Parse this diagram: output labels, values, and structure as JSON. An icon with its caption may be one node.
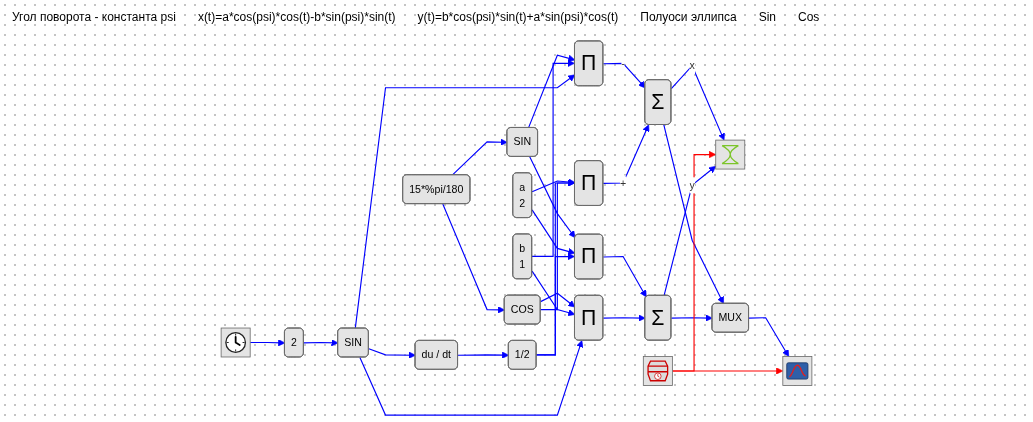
{
  "diagram": {
    "nodes": [
      {
        "text": [
          "15*%pi/180"
        ]
      },
      {
        "text": [
          "SIN"
        ]
      },
      {
        "text": [
          "COS"
        ]
      },
      {
        "text": [
          "a",
          "2"
        ]
      },
      {
        "text": [
          "b",
          "1"
        ]
      },
      {
        "text": [
          "Π"
        ]
      },
      {
        "text": [
          "Π"
        ]
      },
      {
        "text": [
          "Σ"
        ]
      },
      {
        "text": [
          "Π"
        ]
      },
      {
        "text": [
          "Π"
        ]
      },
      {
        "text": [
          "Σ"
        ]
      },
      {
        "text": [],
        "shape": "picture"
      },
      {
        "text": [
          "2"
        ]
      },
      {
        "text": [
          "SIN"
        ]
      },
      {
        "text": [
          "du / dt"
        ]
      },
      {
        "text": [
          "1/2"
        ]
      },
      {
        "text": [],
        "shape": "picture"
      },
      {
        "text": [],
        "shape": "picture"
      },
      {
        "text": [
          "MUX"
        ]
      },
      {
        "text": [],
        "shape": "picture"
      }
    ],
    "edges": [
      {
        "from": 0,
        "to": 1,
        "arrow": "to"
      },
      {
        "from": 0,
        "to": 2,
        "arrow": "to"
      },
      {
        "from": 1,
        "to": 5,
        "arrow": "to"
      },
      {
        "from": 1,
        "to": 8,
        "arrow": "to"
      },
      {
        "from": 2,
        "to": 6,
        "arrow": "to"
      },
      {
        "from": 2,
        "to": 9,
        "arrow": "to"
      },
      {
        "from": 3,
        "to": 6,
        "arrow": "to"
      },
      {
        "from": 3,
        "to": 8,
        "arrow": "to"
      },
      {
        "from": 4,
        "to": 5,
        "arrow": "to"
      },
      {
        "from": 4,
        "to": 9,
        "arrow": "to"
      },
      {
        "from": 13,
        "to": 5,
        "arrow": "to"
      },
      {
        "from": 13,
        "to": 9,
        "arrow": "to"
      },
      {
        "from": 13,
        "to": 14,
        "arrow": "to"
      },
      {
        "from": 15,
        "to": 6,
        "arrow": "to"
      },
      {
        "from": 15,
        "to": 8,
        "arrow": "to"
      },
      {
        "from": 5,
        "to": 7,
        "label": "-",
        "arrow": "to"
      },
      {
        "from": 6,
        "to": 7,
        "label": "+",
        "arrow": "to"
      },
      {
        "from": 8,
        "to": 10,
        "arrow": "to"
      },
      {
        "from": 9,
        "to": 10,
        "arrow": "to"
      },
      {
        "from": 11,
        "to": 12,
        "arrow": "to"
      },
      {
        "from": 12,
        "to": 13,
        "arrow": "to"
      },
      {
        "from": 14,
        "to": 15,
        "arrow": "to"
      },
      {
        "from": 7,
        "to": 16,
        "label": "x",
        "arrow": "to"
      },
      {
        "from": 7,
        "to": 18,
        "arrow": "to"
      },
      {
        "from": 10,
        "to": 16,
        "label": "y",
        "arrow": "to"
      },
      {
        "from": 10,
        "to": 18,
        "arrow": "to"
      },
      {
        "from": 18,
        "to": 19,
        "arrow": "to"
      },
      {
        "from": 17,
        "to": 16,
        "arrow": "to",
        "color": "#ff0000"
      },
      {
        "from": 17,
        "to": 19,
        "arrow": "to",
        "color": "#ff0000"
      }
    ],
    "labels": [
      "Угол поворота - константа psi",
      "x(t)=a*cos(psi)*cos(t)-b*sin(psi)*sin(t)",
      "y(t)=b*cos(psi)*sin(t)+a*sin(psi)*cos(t)",
      "Полуоси эллипса",
      "Sin",
      "Cos"
    ]
  }
}
